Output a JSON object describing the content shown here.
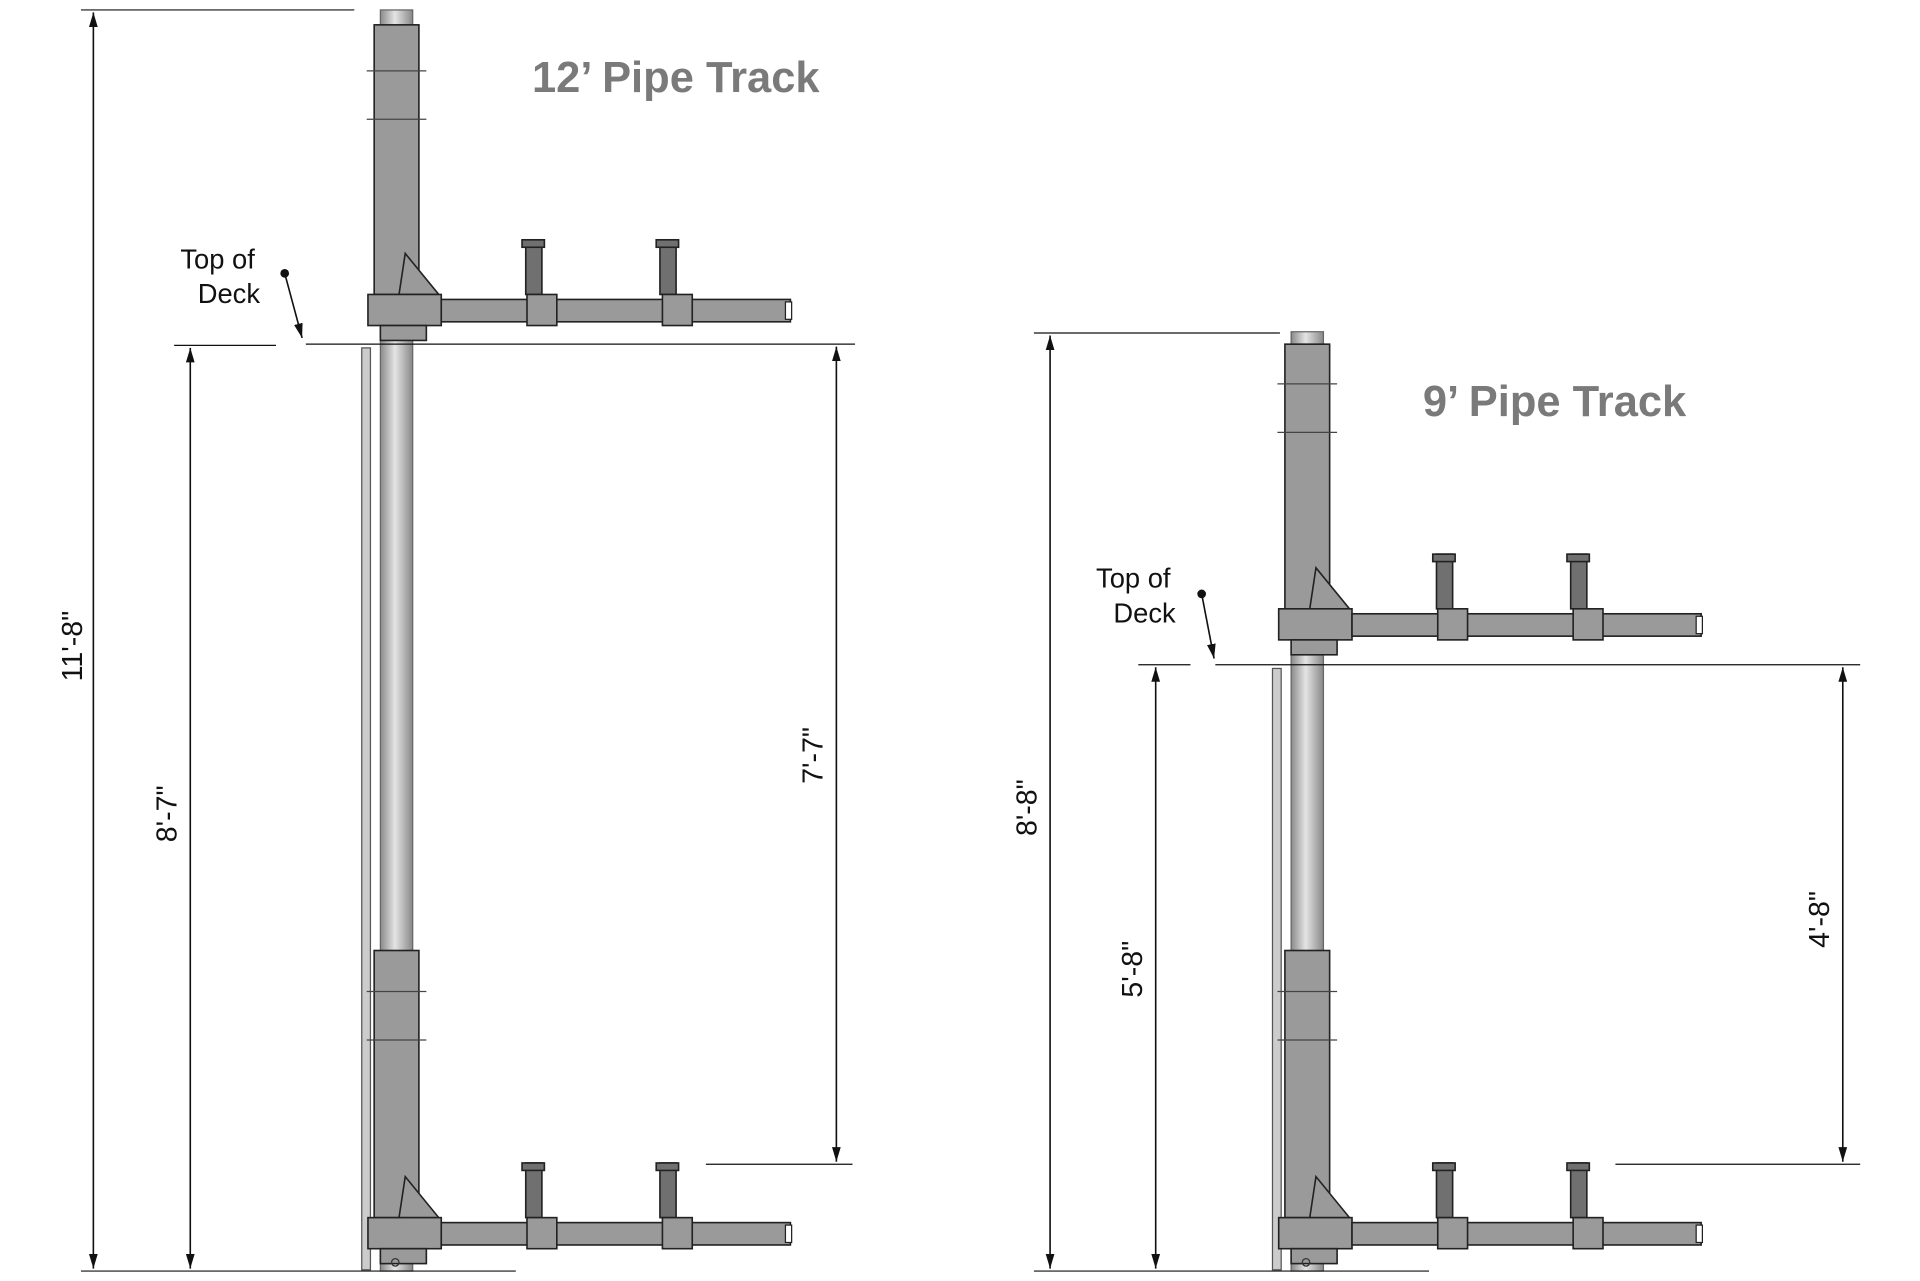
{
  "left_track": {
    "title": "12’ Pipe Track",
    "deck_label_line1": "Top of",
    "deck_label_line2": "Deck",
    "dimensions": {
      "overall": "11'-8\"",
      "deck_to_base": "8'-7\"",
      "deck_to_lower_rack": "7'-7\""
    }
  },
  "right_track": {
    "title": "9’ Pipe Track",
    "deck_label_line1": "Top of",
    "deck_label_line2": "Deck",
    "dimensions": {
      "overall": "8'-8\"",
      "deck_to_base": "5'-8\"",
      "deck_to_lower_rack": "4'-8\""
    }
  }
}
